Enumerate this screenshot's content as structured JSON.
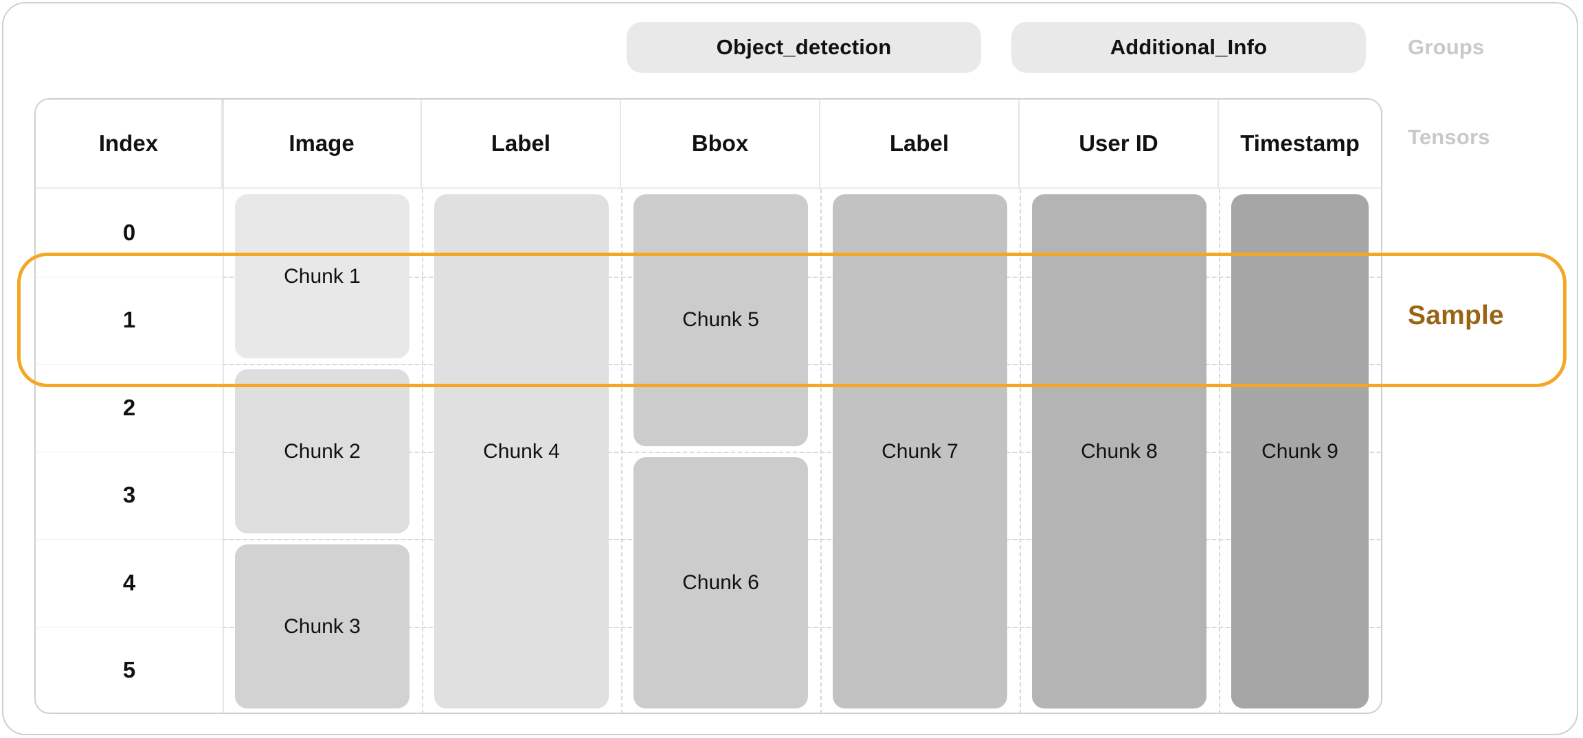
{
  "groups": {
    "side_label": "Groups",
    "pills": [
      {
        "label": "Object_detection"
      },
      {
        "label": "Additional_Info"
      }
    ]
  },
  "tensors": {
    "side_label": "Tensors",
    "columns": [
      {
        "label": "Index"
      },
      {
        "label": "Image"
      },
      {
        "label": "Label"
      },
      {
        "label": "Bbox"
      },
      {
        "label": "Label"
      },
      {
        "label": "User ID"
      },
      {
        "label": "Timestamp"
      }
    ]
  },
  "rows": [
    {
      "index": "0"
    },
    {
      "index": "1"
    },
    {
      "index": "2"
    },
    {
      "index": "3"
    },
    {
      "index": "4"
    },
    {
      "index": "5"
    }
  ],
  "chunks": [
    {
      "label": "Chunk 1",
      "column": "Image",
      "color": "#e8e8e8"
    },
    {
      "label": "Chunk 2",
      "column": "Image",
      "color": "#dedede"
    },
    {
      "label": "Chunk 3",
      "column": "Image",
      "color": "#d2d2d2"
    },
    {
      "label": "Chunk 4",
      "column": "Label",
      "color": "#e0e0e0"
    },
    {
      "label": "Chunk 5",
      "column": "Bbox",
      "color": "#cccccc"
    },
    {
      "label": "Chunk 6",
      "column": "Bbox",
      "color": "#cccccc"
    },
    {
      "label": "Chunk 7",
      "column": "Label",
      "color": "#c2c2c2"
    },
    {
      "label": "Chunk 8",
      "column": "User ID",
      "color": "#b4b4b4"
    },
    {
      "label": "Chunk 9",
      "column": "Timestamp",
      "color": "#a6a6a6"
    }
  ],
  "sample": {
    "label": "Sample",
    "accent_color": "#f5a623",
    "text_color": "#996515"
  }
}
